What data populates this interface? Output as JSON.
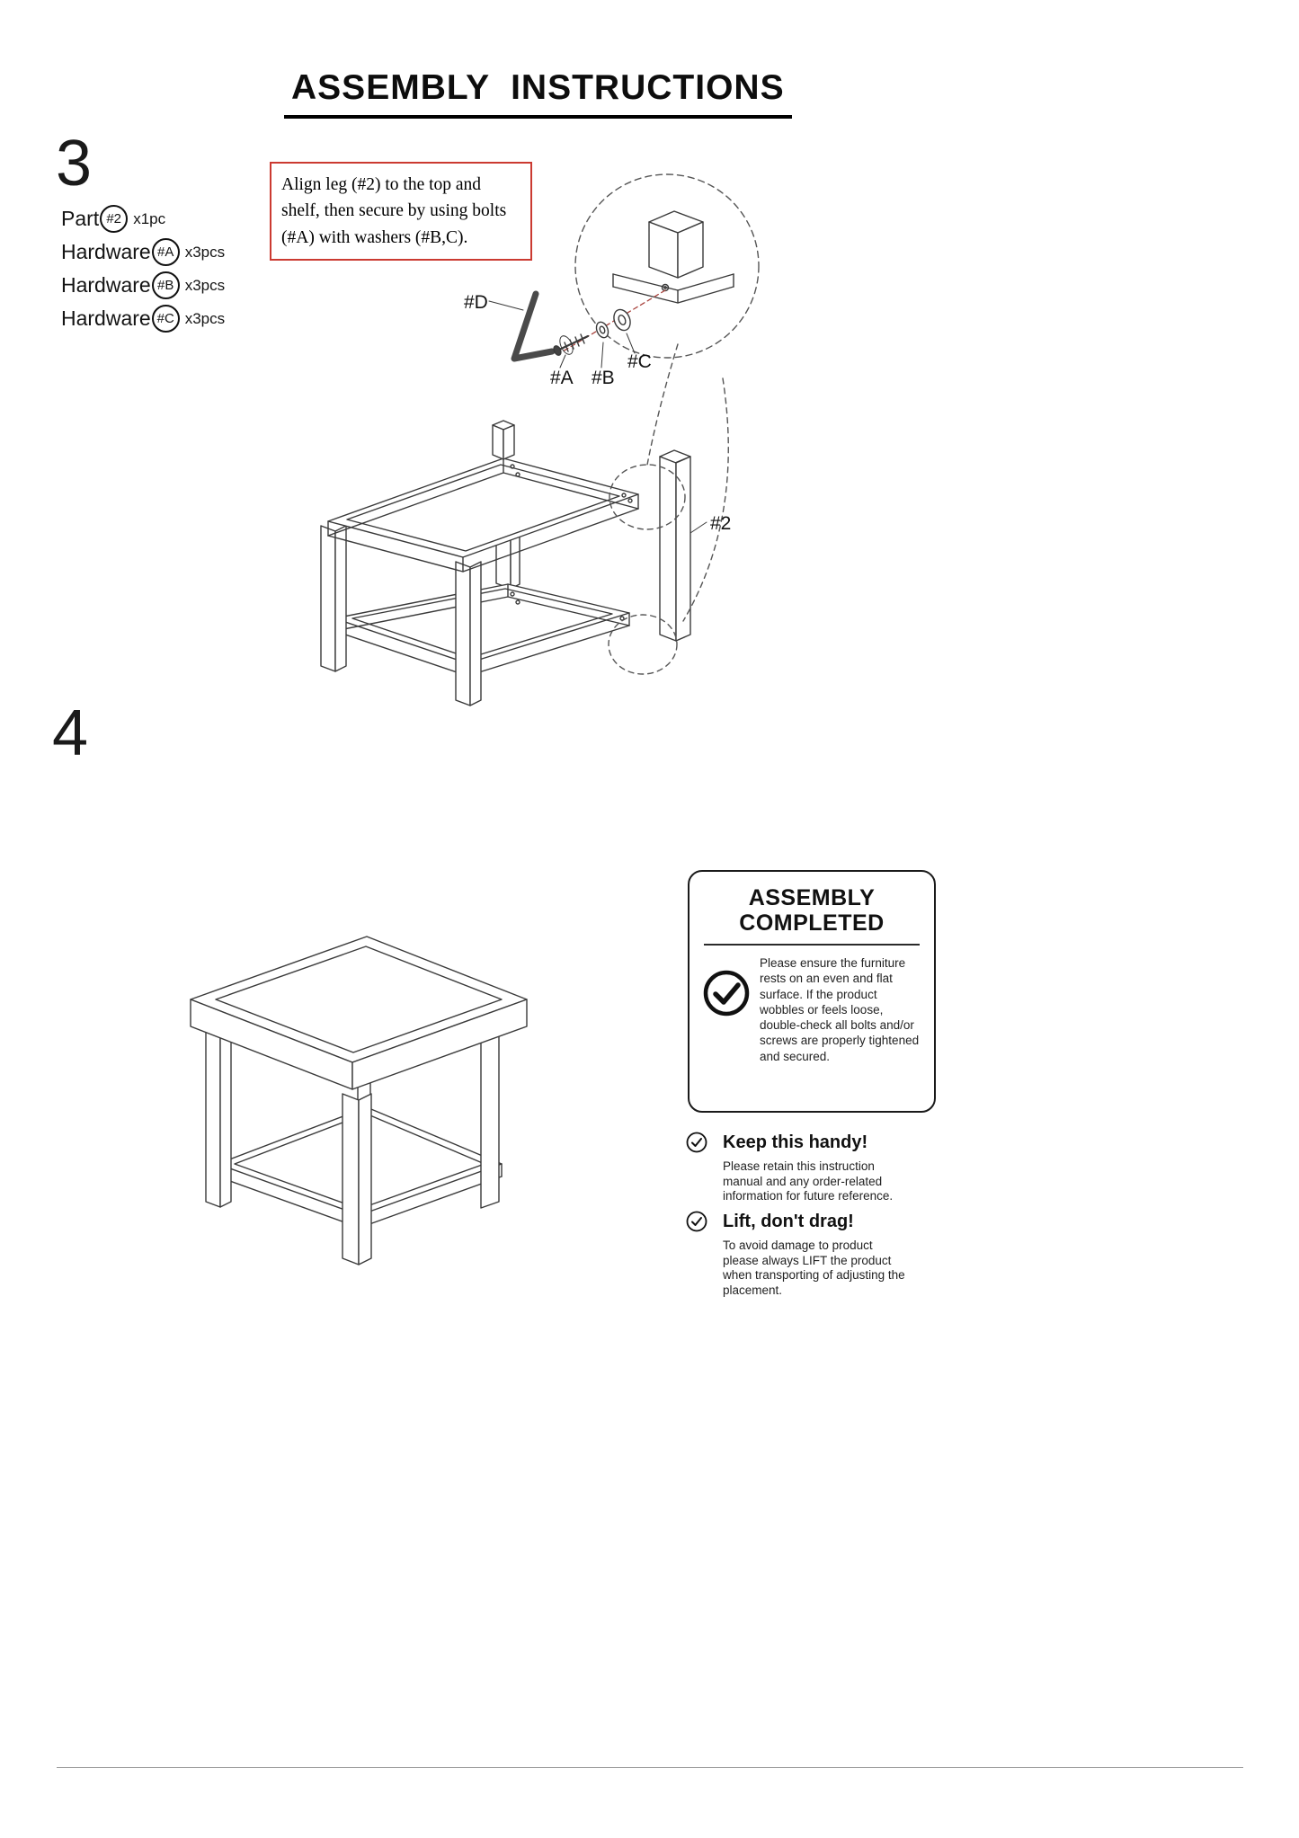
{
  "title": "ASSEMBLY  INSTRUCTIONS",
  "colors": {
    "accent_red": "#cb3a31",
    "line_art": "#3a3a3a"
  },
  "step3": {
    "number": "3",
    "parts": [
      {
        "prefix": "Part",
        "tag": "#2",
        "qty": "x1pc"
      },
      {
        "prefix": "Hardware",
        "tag": "#A",
        "qty": "x3pcs"
      },
      {
        "prefix": "Hardware",
        "tag": "#B",
        "qty": "x3pcs"
      },
      {
        "prefix": "Hardware",
        "tag": "#C",
        "qty": "x3pcs"
      }
    ],
    "note": "Align leg (#2) to the top and shelf, then secure by using bolts (#A) with washers (#B,C).",
    "labels": {
      "d": "#D",
      "a": "#A",
      "b": "#B",
      "c": "#C",
      "leg": "#2"
    }
  },
  "step4": {
    "number": "4"
  },
  "completed_box": {
    "line1": "ASSEMBLY",
    "line2": "COMPLETED",
    "body": "Please ensure the furniture rests on an even and flat surface. If the product wobbles or feels loose, double-check all bolts and/or screws are properly tightened and secured."
  },
  "tips": [
    {
      "heading": "Keep this handy!",
      "body": "Please retain this instruction manual and any order-related information for future reference."
    },
    {
      "heading": "Lift, don't drag!",
      "body": "To avoid damage to product please always LIFT the product when transporting of adjusting the placement."
    }
  ]
}
